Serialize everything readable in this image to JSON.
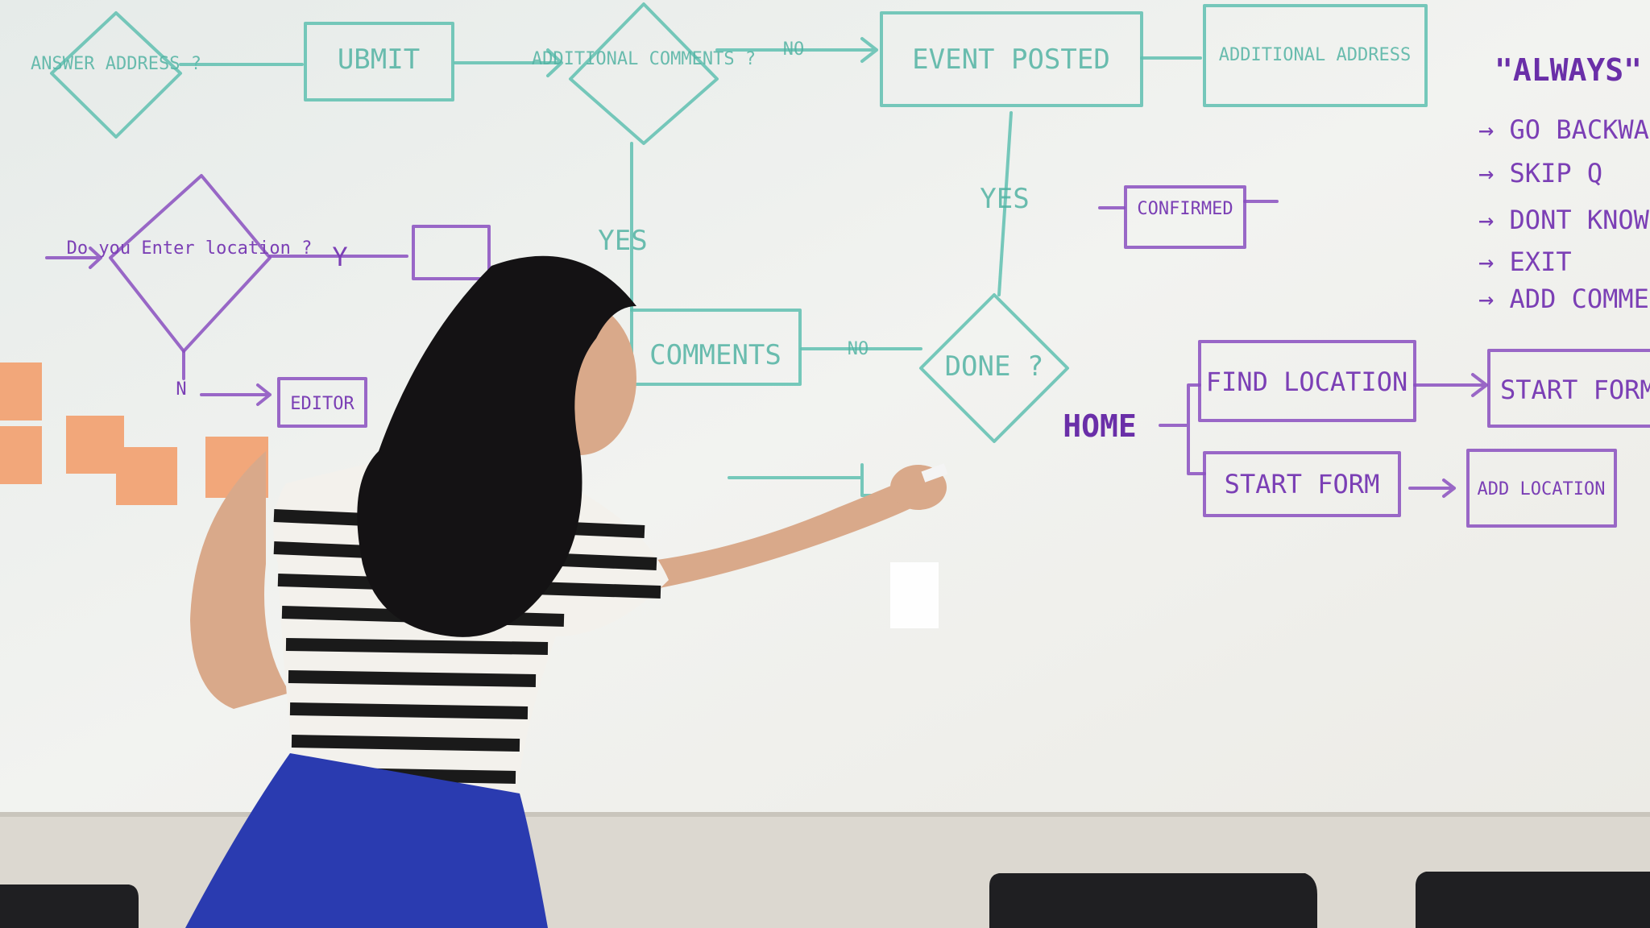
{
  "whiteboard": {
    "teal_flow": {
      "decision_top_left": "ANSWER ADDRESS ?",
      "submit_box": "UBMIT",
      "decision_additional_comments": "ADDITIONAL COMMENTS ?",
      "no_label_1": "NO",
      "event_posted_box": "EVENT POSTED",
      "additional_address_box": "ADDITIONAL ADDRESS",
      "yes_label_1": "YES",
      "yes_label_2": "YES",
      "comments_box": "COMMENTS",
      "no_label_2": "NO",
      "done_decision": "DONE ?"
    },
    "purple_flow": {
      "enter_location_decision": "Do you Enter location ?",
      "y_label": "Y",
      "n_label": "N",
      "editor_box": "EDITOR",
      "confirmed_box": "CONFIRMED",
      "home_label": "HOME",
      "find_location_box": "FIND LOCATION",
      "start_form_box_top": "START FORM",
      "start_form_box": "START FORM",
      "add_location_box": "ADD LOCATION"
    },
    "always_list": {
      "title": "\"ALWAYS\" D",
      "items": [
        "→ GO BACKWA",
        "→ SKIP Q",
        "→ DONT KNOW",
        "→ EXIT",
        "→ ADD COMMEN"
      ]
    }
  },
  "colors": {
    "teal_marker": "#5fbfb0",
    "purple_marker": "#8a4fc0",
    "sticky_note": "#f2a77a",
    "skirt": "#2a3bb0"
  }
}
